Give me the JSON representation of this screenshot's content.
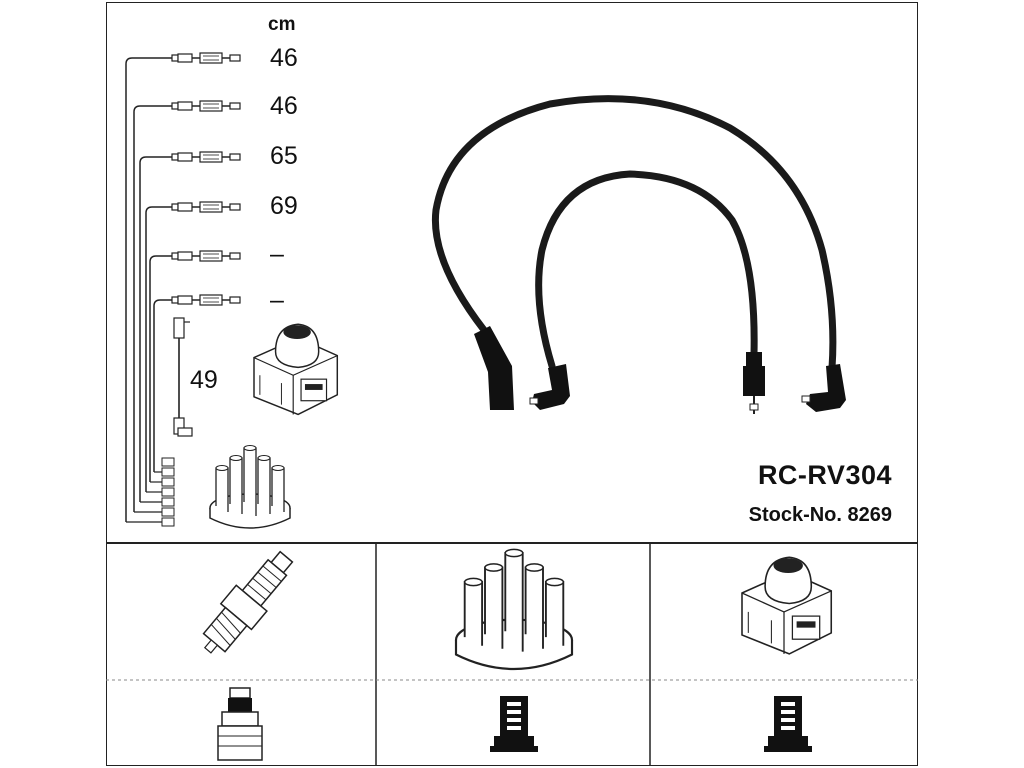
{
  "legend": {
    "unit": "cm",
    "wires": [
      {
        "length": "46"
      },
      {
        "length": "46"
      },
      {
        "length": "65"
      },
      {
        "length": "69"
      },
      {
        "length": "–"
      },
      {
        "length": "–"
      }
    ],
    "coil_lead_length": "49"
  },
  "product": {
    "model": "RC-RV304",
    "stock_label": "Stock-No. 8269"
  },
  "colors": {
    "line": "#222222",
    "cable": "#1a1a1a",
    "background": "#ffffff"
  }
}
